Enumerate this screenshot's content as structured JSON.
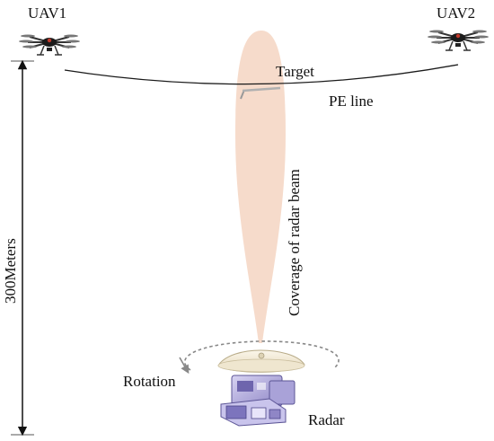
{
  "labels": {
    "uav1": "UAV1",
    "uav2": "UAV2",
    "target": "Target",
    "pe_line": "PE line",
    "beam": "Coverage of radar beam",
    "rotation": "Rotation",
    "radar": "Radar",
    "height": "300Meters"
  },
  "colors": {
    "beam": "#f6d9c8",
    "line": "#1a1a1a",
    "rotation_arrow": "#888888",
    "radar_body": "#b9b3de",
    "radar_dish": "#f2ead6"
  },
  "icons": {
    "uav1": "drone-icon",
    "uav2": "drone-icon",
    "radar": "radar-icon"
  }
}
